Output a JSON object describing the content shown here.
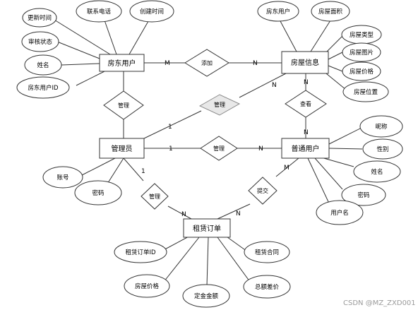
{
  "entities": {
    "landlord": "房东用户",
    "house": "房屋信息",
    "admin": "管理员",
    "user": "普通用户",
    "order": "租赁订单"
  },
  "relationships": {
    "add": "添加",
    "manage_landlord": "管理",
    "manage_house": "管理",
    "view": "查看",
    "manage_user": "管理",
    "manage_order": "管理",
    "submit": "提交"
  },
  "attributes": {
    "landlord": [
      "更新时间",
      "联系电话",
      "创建时间",
      "审核状态",
      "姓名",
      "房东用户ID"
    ],
    "house": [
      "房东用户",
      "房屋面积",
      "房屋类型",
      "房屋图片",
      "房屋价格",
      "房屋位置"
    ],
    "admin": [
      "账号",
      "密码"
    ],
    "user": [
      "昵称",
      "性别",
      "姓名",
      "密码",
      "用户名"
    ],
    "order": [
      "租赁订单ID",
      "租赁合同",
      "房屋价格",
      "定金金额",
      "总额差价"
    ]
  },
  "cardinalities": {
    "landlord_add": "M",
    "house_add": "N",
    "house_manage": "N",
    "admin_manage_house": "1",
    "house_view": "N",
    "user_view": "N",
    "admin_manage_user": "1",
    "user_manage": "N",
    "admin_manage_order": "1",
    "order_manage": "N",
    "order_submit": "N",
    "user_submit": "M"
  },
  "watermark": "CSDN @MZ_ZXD001"
}
